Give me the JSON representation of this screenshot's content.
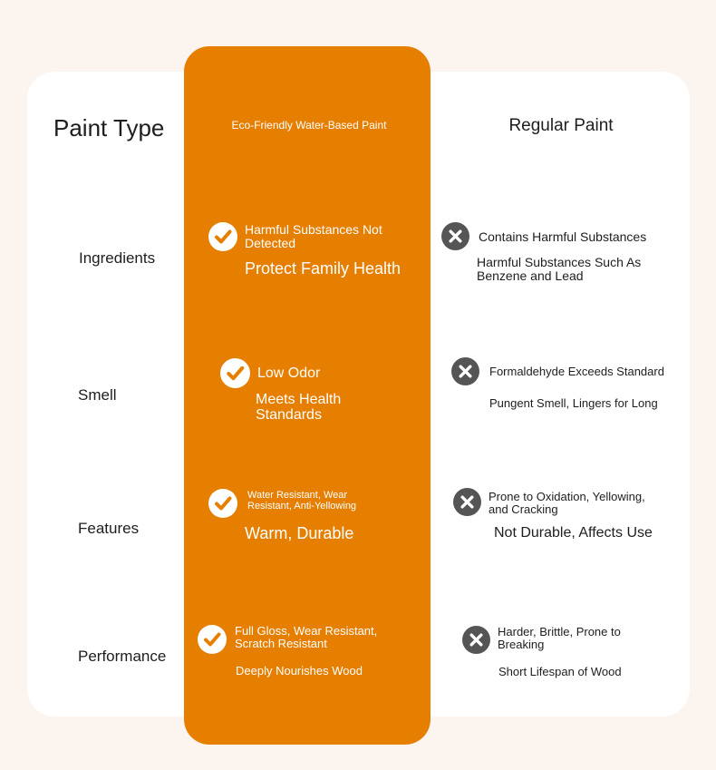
{
  "header": {
    "title": "Paint Type",
    "eco_column": "Eco-Friendly Water-Based Paint",
    "regular_column": "Regular Paint"
  },
  "rows": [
    {
      "label": "Ingredients",
      "eco": {
        "primary": "Harmful Substances Not Detected",
        "secondary": "Protect Family Health"
      },
      "regular": {
        "primary": "Contains Harmful Substances",
        "secondary": "Harmful Substances Such As Benzene and Lead"
      }
    },
    {
      "label": "Smell",
      "eco": {
        "primary": "Low Odor",
        "secondary": "Meets Health Standards"
      },
      "regular": {
        "primary": "Formaldehyde Exceeds Standard",
        "secondary": "Pungent Smell, Lingers for Long"
      }
    },
    {
      "label": "Features",
      "eco": {
        "primary": "Water Resistant, Wear Resistant, Anti-Yellowing",
        "secondary": "Warm, Durable"
      },
      "regular": {
        "primary": "Prone to Oxidation, Yellowing, and Cracking",
        "secondary": "Not Durable, Affects Use"
      }
    },
    {
      "label": "Performance",
      "eco": {
        "primary": "Full Gloss, Wear Resistant, Scratch Resistant",
        "secondary": "Deeply Nourishes Wood"
      },
      "regular": {
        "primary": "Harder, Brittle, Prone to Breaking",
        "secondary": "Short Lifespan of Wood"
      }
    }
  ],
  "icons": {
    "eco": "check-circle-icon",
    "regular": "x-circle-icon"
  },
  "colors": {
    "accent": "#e67e00",
    "background": "#fcf4ef",
    "card": "#ffffff",
    "cross": "#555555",
    "text": "#1e1e1e"
  }
}
